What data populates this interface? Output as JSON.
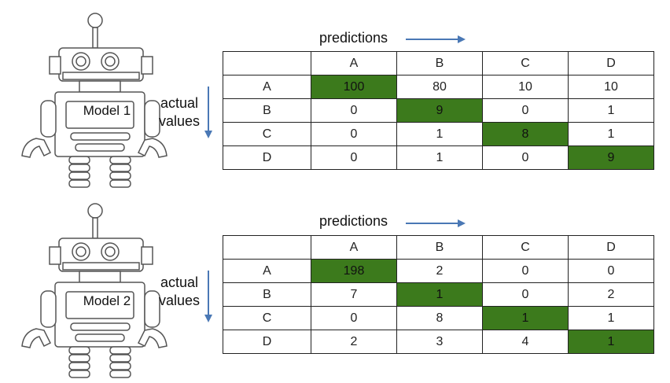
{
  "panels": [
    {
      "model_label": "Model 1",
      "actual_label_1": "actual",
      "actual_label_2": "values",
      "predictions_label": "predictions",
      "columns": [
        "A",
        "B",
        "C",
        "D"
      ],
      "rows": [
        {
          "label": "A",
          "values": [
            "100",
            "80",
            "10",
            "10"
          ]
        },
        {
          "label": "B",
          "values": [
            "0",
            "9",
            "0",
            "1"
          ]
        },
        {
          "label": "C",
          "values": [
            "0",
            "1",
            "8",
            "1"
          ]
        },
        {
          "label": "D",
          "values": [
            "0",
            "1",
            "0",
            "9"
          ]
        }
      ]
    },
    {
      "model_label": "Model 2",
      "actual_label_1": "actual",
      "actual_label_2": "values",
      "predictions_label": "predictions",
      "columns": [
        "A",
        "B",
        "C",
        "D"
      ],
      "rows": [
        {
          "label": "A",
          "values": [
            "198",
            "2",
            "0",
            "0"
          ]
        },
        {
          "label": "B",
          "values": [
            "7",
            "1",
            "0",
            "2"
          ]
        },
        {
          "label": "C",
          "values": [
            "0",
            "8",
            "1",
            "1"
          ]
        },
        {
          "label": "D",
          "values": [
            "2",
            "3",
            "4",
            "1"
          ]
        }
      ]
    }
  ],
  "colors": {
    "diagonal_highlight": "#3c7a1c",
    "arrow": "#4a78b5",
    "grid": "#222222"
  },
  "icons": [
    "robot-icon",
    "down-arrow-icon",
    "right-arrow-icon"
  ]
}
